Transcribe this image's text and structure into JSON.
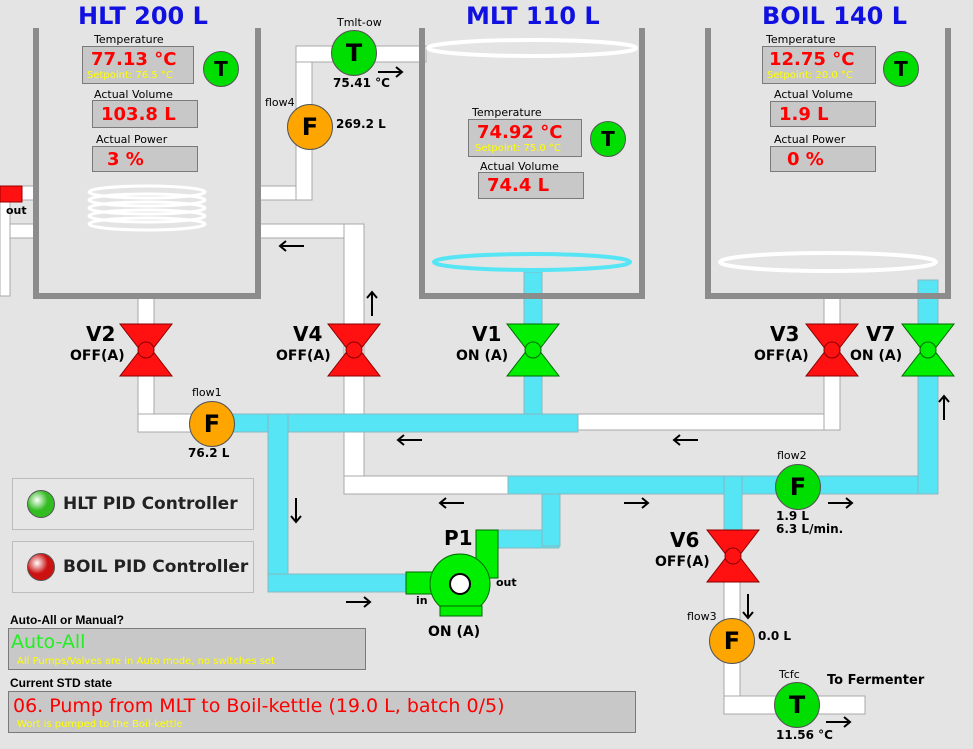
{
  "tanks": {
    "hlt": {
      "title": "HLT 200 L",
      "temp_label": "Temperature",
      "temp": "77.13 °C",
      "setpoint": "Setpoint: 76.5 °C",
      "vol_label": "Actual Volume",
      "vol": "103.8 L",
      "power_label": "Actual Power",
      "power": "3 %"
    },
    "mlt": {
      "title": "MLT 110 L",
      "temp_label": "Temperature",
      "temp": "74.92 °C",
      "setpoint": "Setpoint: 75.0 °C",
      "vol_label": "Actual Volume",
      "vol": "74.4 L"
    },
    "boil": {
      "title": "BOIL 140 L",
      "temp_label": "Temperature",
      "temp": "12.75 °C",
      "setpoint": "Setpoint: 20.0 °C",
      "vol_label": "Actual Volume",
      "vol": "1.9 L",
      "power_label": "Actual Power",
      "power": "0 %"
    }
  },
  "sensor_letters": {
    "temperature": "T",
    "flow": "F"
  },
  "tmlt_ow": {
    "label": "Tmlt-ow",
    "value": "75.41 °C"
  },
  "flow4": {
    "label": "flow4",
    "value": "269.2 L"
  },
  "flow1": {
    "label": "flow1",
    "value": "76.2 L"
  },
  "flow2": {
    "label": "flow2",
    "value": "1.9 L",
    "rate": "6.3 L/min."
  },
  "flow3": {
    "label": "flow3",
    "value": "0.0 L"
  },
  "tcfc": {
    "label": "Tcfc",
    "value": "11.56 °C"
  },
  "hlt_out_label": "out",
  "to_fermenter": "To Fermenter",
  "valves": {
    "v1": {
      "name": "V1",
      "state": "ON (A)",
      "color": "#00ee00"
    },
    "v2": {
      "name": "V2",
      "state": "OFF(A)",
      "color": "#ff1111"
    },
    "v3": {
      "name": "V3",
      "state": "OFF(A)",
      "color": "#ff1111"
    },
    "v4": {
      "name": "V4",
      "state": "OFF(A)",
      "color": "#ff1111"
    },
    "v6": {
      "name": "V6",
      "state": "OFF(A)",
      "color": "#ff1111"
    },
    "v7": {
      "name": "V7",
      "state": "ON (A)",
      "color": "#00ee00"
    }
  },
  "pump": {
    "name": "P1",
    "state": "ON (A)",
    "in_label": "in",
    "out_label": "out",
    "color": "#00ee00"
  },
  "controllers": {
    "hlt_pid": {
      "label": "HLT PID Controller",
      "led_color": "#33bb22"
    },
    "boil_pid": {
      "label": "BOIL PID Controller",
      "led_color": "#cc1111"
    }
  },
  "mode": {
    "title": "Auto-All or Manual?",
    "value": "Auto-All",
    "note": "All Pumps/Valves are in Auto mode, no switches set"
  },
  "std": {
    "title": "Current STD state",
    "value": "06. Pump from MLT to Boil-kettle (19.0 L, batch 0/5)",
    "note": "Wort is pumped to the Boil-kettle"
  },
  "colors": {
    "pipe_idle": "#ffffff",
    "pipe_active": "#55e5f5",
    "tank_wall": "#8c8c8c",
    "value_text": "#ff0000",
    "setpoint_text": "#ffff00",
    "mode_text": "#22ee22"
  }
}
